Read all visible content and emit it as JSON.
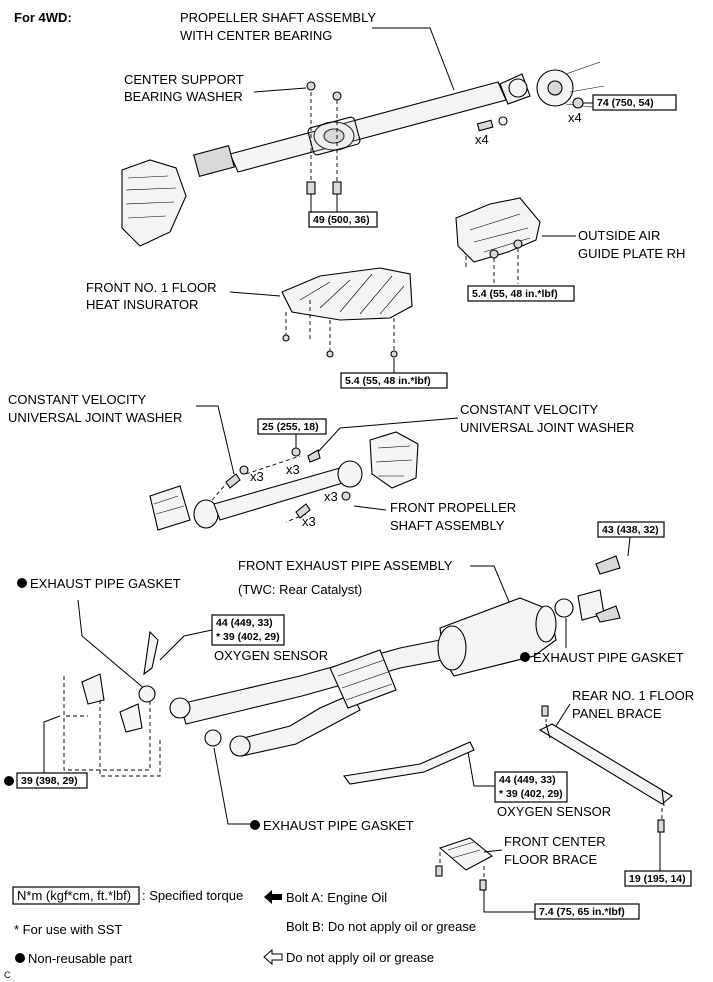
{
  "header": {
    "title": "For 4WD:"
  },
  "labels": {
    "propeller_shaft": [
      "PROPELLER SHAFT ASSEMBLY",
      "WITH CENTER BEARING"
    ],
    "center_support_washer": [
      "CENTER SUPPORT",
      "BEARING WASHER"
    ],
    "outside_air_guide": [
      "OUTSIDE AIR",
      "GUIDE PLATE RH"
    ],
    "floor_heat_insulator": [
      "FRONT NO. 1 FLOOR",
      "HEAT INSURATOR"
    ],
    "cv_washer_left": [
      "CONSTANT VELOCITY",
      "UNIVERSAL JOINT WASHER"
    ],
    "cv_washer_right": [
      "CONSTANT VELOCITY",
      "UNIVERSAL JOINT WASHER"
    ],
    "front_propeller_shaft": [
      "FRONT PROPELLER",
      "SHAFT ASSEMBLY"
    ],
    "front_exhaust_pipe": "FRONT EXHAUST PIPE ASSEMBLY",
    "twc_note": "(TWC: Rear Catalyst)",
    "exhaust_gasket_top_left": "EXHAUST PIPE GASKET",
    "exhaust_gasket_right": "EXHAUST PIPE GASKET",
    "exhaust_gasket_bottom": "EXHAUST PIPE GASKET",
    "oxygen_sensor_1": "OXYGEN SENSOR",
    "oxygen_sensor_2": "OXYGEN SENSOR",
    "rear_floor_brace": [
      "REAR NO. 1 FLOOR",
      "PANEL  BRACE"
    ],
    "front_center_brace": [
      "FRONT CENTER",
      "FLOOR BRACE"
    ],
    "corner_mark": "C"
  },
  "quantities": {
    "x4_flange_bolt": "x4",
    "x4_nut": "x4",
    "x3_a": "x3",
    "x3_b": "x3",
    "x3_c": "x3",
    "x3_d": "x3"
  },
  "torques": {
    "t74": "74 (750, 54)",
    "t49": "49 (500, 36)",
    "t54_guide": "5.4 (55, 48 in.*lbf)",
    "t54_insulator": "5.4 (55, 48 in.*lbf)",
    "t25": "25 (255, 18)",
    "t43": "43 (438, 32)",
    "t44_a": "44 (449, 33)",
    "t39_sst_a": "* 39 (402, 29)",
    "t39": "39 (398, 29)",
    "t44_b": "44 (449, 33)",
    "t39_sst_b": "* 39 (402, 29)",
    "t19": "19 (195, 14)",
    "t74_brace": "7.4 (75, 65 in.*lbf)"
  },
  "legend": {
    "specified_torque_box": "N*m (kgf*cm, ft.*lbf)",
    "specified_torque_text": ": Specified torque",
    "bolt_a": "Bolt A: Engine Oil",
    "bolt_b": "Bolt B: Do not apply oil or grease",
    "sst": "* For use with SST",
    "non_reusable": "Non-reusable part",
    "no_oil": "Do not apply oil or grease"
  }
}
